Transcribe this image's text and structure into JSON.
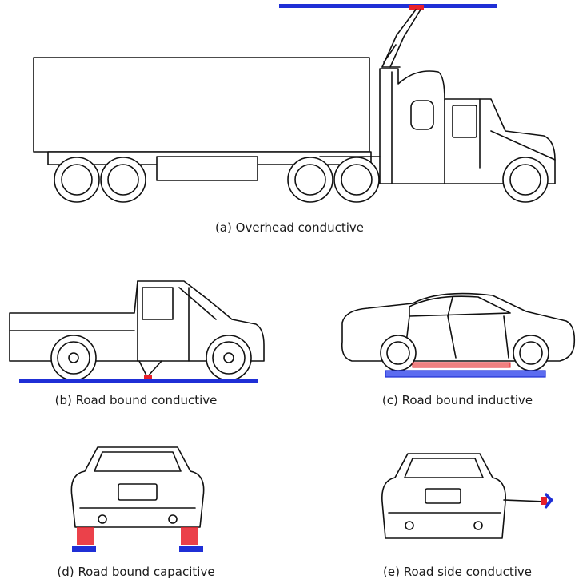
{
  "figure": {
    "panels": [
      {
        "id": "a",
        "tag": "(a)",
        "label": "Overhead conductive"
      },
      {
        "id": "b",
        "tag": "(b)",
        "label": "Road bound conductive"
      },
      {
        "id": "c",
        "tag": "(c)",
        "label": "Road bound inductive"
      },
      {
        "id": "d",
        "tag": "(d)",
        "label": "Road bound capacitive"
      },
      {
        "id": "e",
        "tag": "(e)",
        "label": "Road side conductive"
      }
    ]
  },
  "colors": {
    "conductor": "#1f2fd6",
    "contact": "#e8202a",
    "pad": "#f08080",
    "outline": "#111111"
  }
}
